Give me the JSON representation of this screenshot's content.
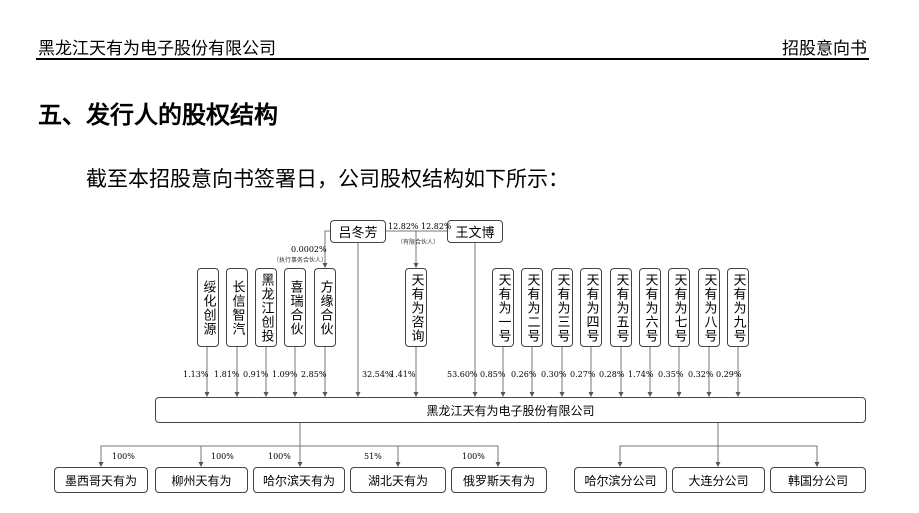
{
  "header": {
    "company": "黑龙江天有为电子股份有限公司",
    "doc_type": "招股意向书"
  },
  "section_title": "五、发行人的股权结构",
  "intro": "截至本招股意向书签署日，公司股权结构如下所示：",
  "chart": {
    "controllers": [
      {
        "name": "吕冬芳"
      },
      {
        "name": "王文博"
      }
    ],
    "controller_links": {
      "lv_to_consult": "12.82%",
      "wang_to_consult": "12.82%",
      "limited_partner_note": "（有限合伙人）",
      "lv_to_fangyuan": "0.0002%",
      "gp_note": "（执行事务合伙人）"
    },
    "shareholders": [
      {
        "name": "绥化创源",
        "pct": "1.13%"
      },
      {
        "name": "长信智汽",
        "pct": "1.81%"
      },
      {
        "name": "黑龙江创投",
        "pct": "0.91%"
      },
      {
        "name": "喜瑞合伙",
        "pct": "1.09%"
      },
      {
        "name": "方缘合伙",
        "pct": "2.85%"
      },
      {
        "name": "吕冬芳",
        "pct": "32.54%"
      },
      {
        "name": "天有为咨询",
        "pct": "1.41%"
      },
      {
        "name": "王文博",
        "pct": "53.60%"
      },
      {
        "name": "天有为一号",
        "pct": "0.85%"
      },
      {
        "name": "天有为二号",
        "pct": "0.26%"
      },
      {
        "name": "天有为三号",
        "pct": "0.30%"
      },
      {
        "name": "天有为四号",
        "pct": "0.27%"
      },
      {
        "name": "天有为五号",
        "pct": "0.28%"
      },
      {
        "name": "天有为六号",
        "pct": "1.74%"
      },
      {
        "name": "天有为七号",
        "pct": "0.35%"
      },
      {
        "name": "天有为八号",
        "pct": "0.32%"
      },
      {
        "name": "天有为九号",
        "pct": "0.29%"
      }
    ],
    "issuer": "黑龙江天有为电子股份有限公司",
    "subsidiaries": [
      {
        "name": "墨西哥天有为",
        "pct": "100%"
      },
      {
        "name": "柳州天有为",
        "pct": "100%"
      },
      {
        "name": "哈尔滨天有为",
        "pct": "100%"
      },
      {
        "name": "湖北天有为",
        "pct": "51%"
      },
      {
        "name": "俄罗斯天有为",
        "pct": "100%"
      }
    ],
    "branches": [
      {
        "name": "哈尔滨分公司"
      },
      {
        "name": "大连分公司"
      },
      {
        "name": "韩国分公司"
      }
    ]
  }
}
